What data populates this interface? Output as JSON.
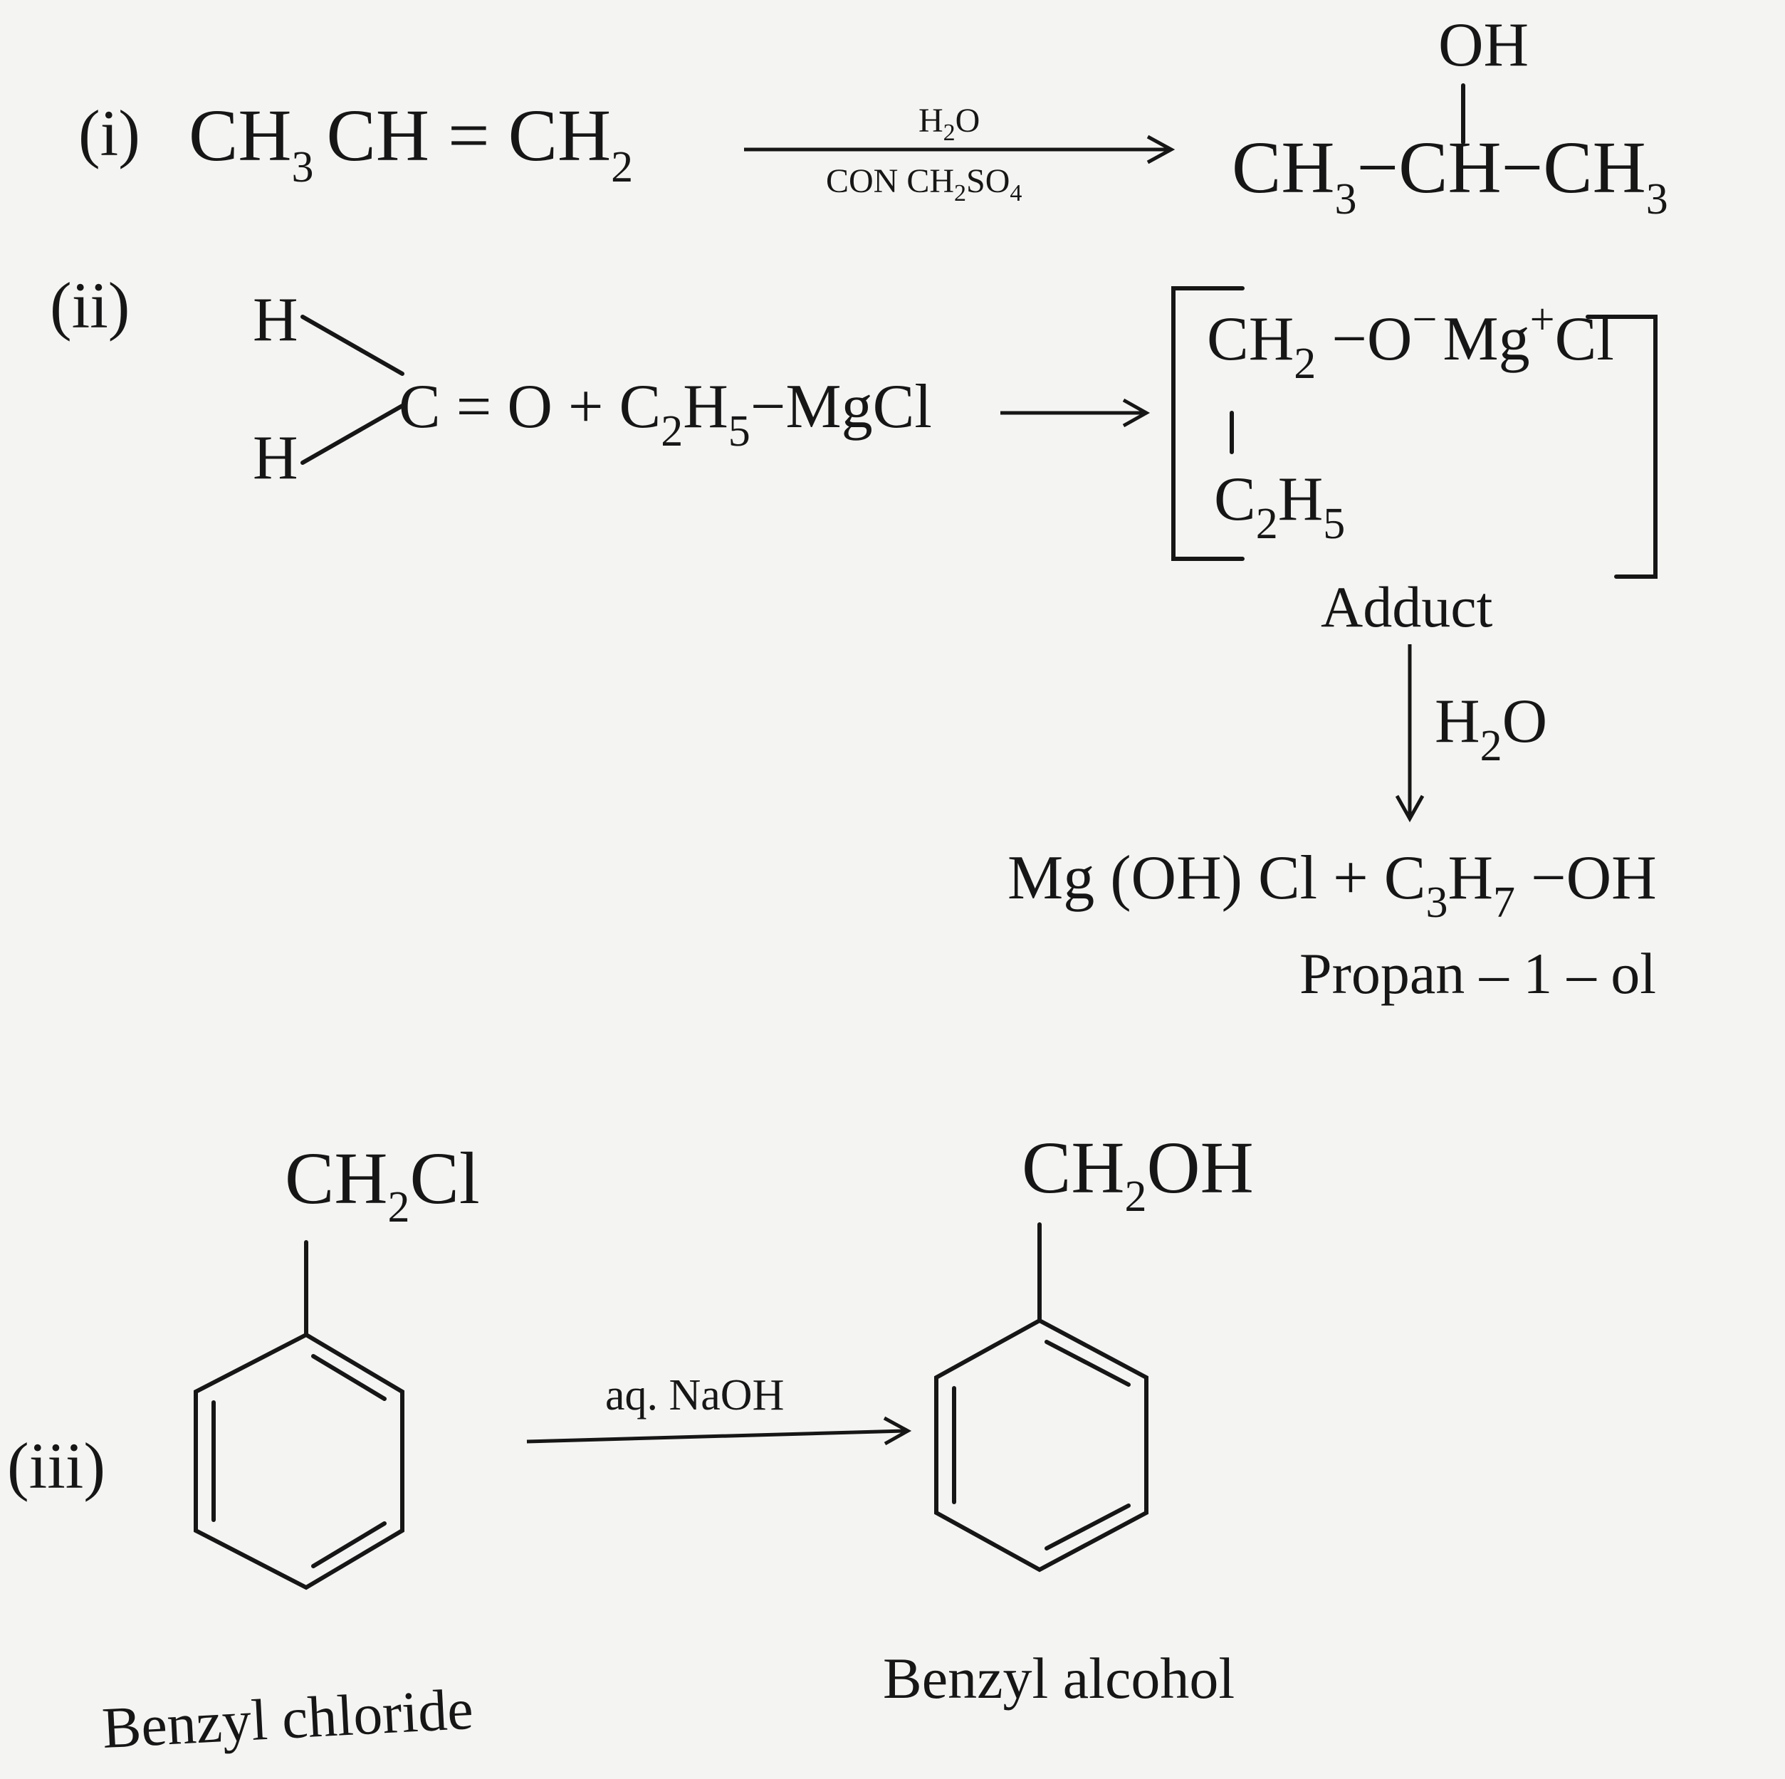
{
  "reaction_i": {
    "label": "(i)",
    "reactant": "CH",
    "reactant_sub1": "3",
    "reactant_mid": "CH = CH",
    "reactant_sub2": "2",
    "reagent_top": "H",
    "reagent_top_sub": "2",
    "reagent_top_end": "O",
    "reagent_bottom": "CON CH",
    "reagent_bottom_sub": "2",
    "reagent_bottom_end": "SO",
    "reagent_bottom_sub2": "4",
    "product_oh": "OH",
    "product_ch3_left": "CH",
    "product_sub_left": "3",
    "product_middle": "−CH−CH",
    "product_sub_right": "3"
  },
  "reaction_ii": {
    "label": "(ii)",
    "h_top": "H",
    "h_bottom": "H",
    "carbonyl": "C = O + C",
    "c2_sub": "2",
    "h5": "H",
    "h5_sub": "5",
    "grignard": "−MgCl",
    "adduct_ch2": "CH",
    "adduct_ch2_sub": "2",
    "adduct_omg": " −O",
    "adduct_minus": "−",
    "adduct_mg": "Mg",
    "adduct_plus": "+",
    "adduct_cl": "Cl",
    "adduct_c": "C",
    "adduct_c_sub": "2",
    "adduct_h": "H",
    "adduct_h_sub": "5",
    "adduct_name": "Adduct",
    "hydrolysis_reagent": "H",
    "hydrolysis_sub": "2",
    "hydrolysis_end": "O",
    "product_line_a": "Mg (OH) Cl + C",
    "product_sub_3": "3",
    "product_h": "H",
    "product_sub_7": "7",
    "product_oh": " −OH",
    "product_name": "Propan – 1 – ol"
  },
  "reaction_iii": {
    "label": "(iii)",
    "reactant_group": "CH",
    "reactant_group_sub": "2",
    "reactant_group_end": "Cl",
    "reagent": "aq. NaOH",
    "product_group": "CH",
    "product_group_sub": "2",
    "product_group_end": "OH",
    "reactant_name": "Benzyl chloride",
    "product_name": "Benzyl alcohol"
  }
}
